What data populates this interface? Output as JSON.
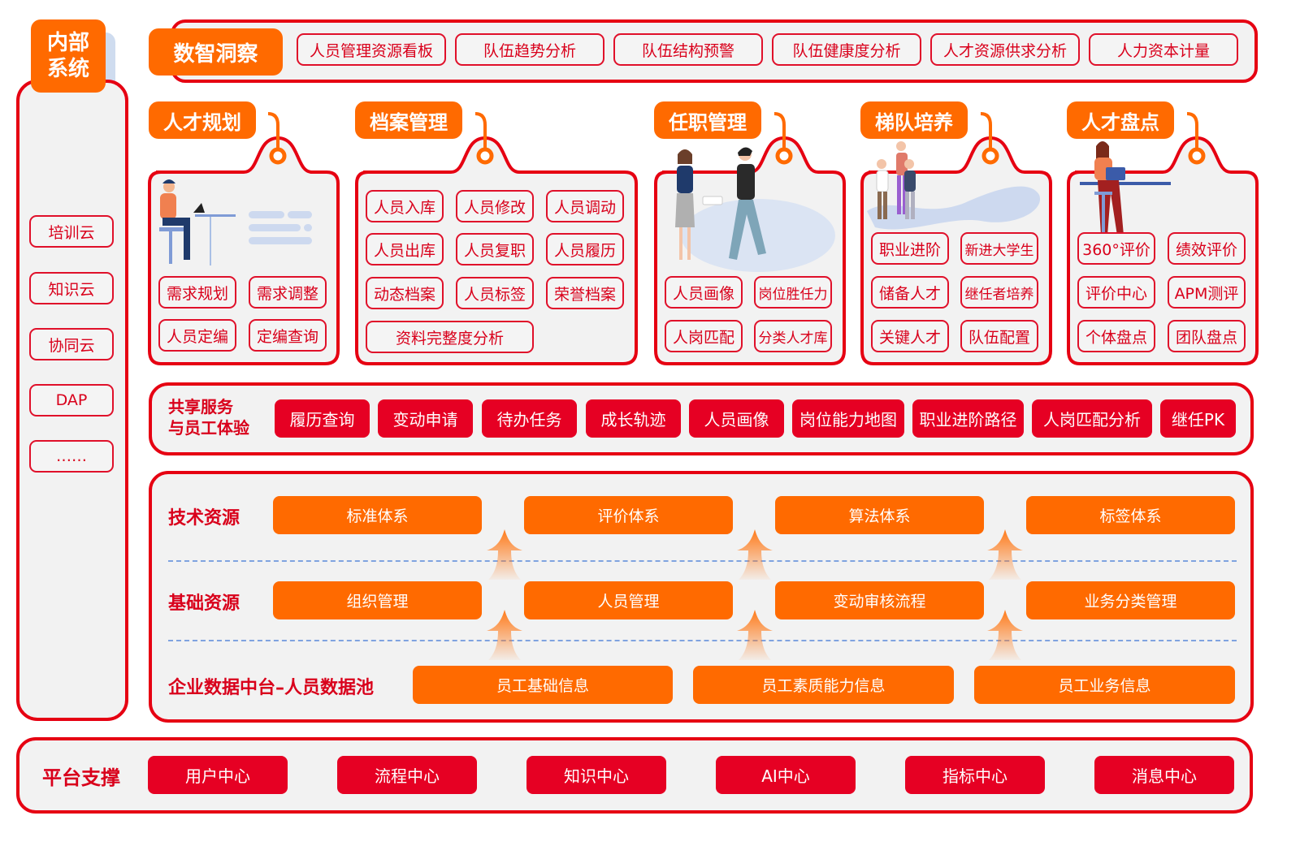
{
  "colors": {
    "primary_red": "#e60012",
    "accent_orange": "#ff6a00",
    "panel_bg": "#f2f2f2",
    "dash_blue": "#7fa3e0"
  },
  "sidebar": {
    "title_line1": "内部",
    "title_line2": "系统",
    "items": [
      "培训云",
      "知识云",
      "协同云",
      "DAP",
      "……"
    ]
  },
  "insight": {
    "title": "数智洞察",
    "items": [
      "人员管理资源看板",
      "队伍趋势分析",
      "队伍结构预警",
      "队伍健康度分析",
      "人才资源供求分析",
      "人力资本计量"
    ]
  },
  "modules": [
    {
      "title": "人才规划",
      "illustration": "person-at-desk-illustration",
      "items": [
        "需求规划",
        "需求调整",
        "人员定编",
        "定编查询"
      ]
    },
    {
      "title": "档案管理",
      "items": [
        "人员入库",
        "人员修改",
        "人员调动",
        "人员出库",
        "人员复职",
        "人员履历",
        "动态档案",
        "人员标签",
        "荣誉档案",
        "资料完整度分析"
      ]
    },
    {
      "title": "任职管理",
      "illustration": "handshake-illustration",
      "items": [
        "人员画像",
        "岗位胜任力",
        "人岗匹配",
        "分类人才库"
      ]
    },
    {
      "title": "梯队培养",
      "illustration": "team-illustration",
      "items": [
        "职业进阶",
        "新进大学生",
        "储备人才",
        "继任者培养",
        "关键人才",
        "队伍配置"
      ]
    },
    {
      "title": "人才盘点",
      "illustration": "woman-laptop-illustration",
      "items": [
        "360°评价",
        "绩效评价",
        "评价中心",
        "APM测评",
        "个体盘点",
        "团队盘点"
      ]
    }
  ],
  "shared": {
    "label_line1": "共享服务",
    "label_line2": "与员工体验",
    "items": [
      "履历查询",
      "变动申请",
      "待办任务",
      "成长轨迹",
      "人员画像",
      "岗位能力地图",
      "职业进阶路径",
      "人岗匹配分析",
      "继任PK"
    ]
  },
  "resources": {
    "tech_label": "技术资源",
    "tech_items": [
      "标准体系",
      "评价体系",
      "算法体系",
      "标签体系"
    ],
    "base_label": "基础资源",
    "base_items": [
      "组织管理",
      "人员管理",
      "变动审核流程",
      "业务分类管理"
    ],
    "data_label": "企业数据中台–人员数据池",
    "data_items": [
      "员工基础信息",
      "员工素质能力信息",
      "员工业务信息"
    ]
  },
  "platform": {
    "label": "平台支撑",
    "items": [
      "用户中心",
      "流程中心",
      "知识中心",
      "AI中心",
      "指标中心",
      "消息中心"
    ]
  }
}
